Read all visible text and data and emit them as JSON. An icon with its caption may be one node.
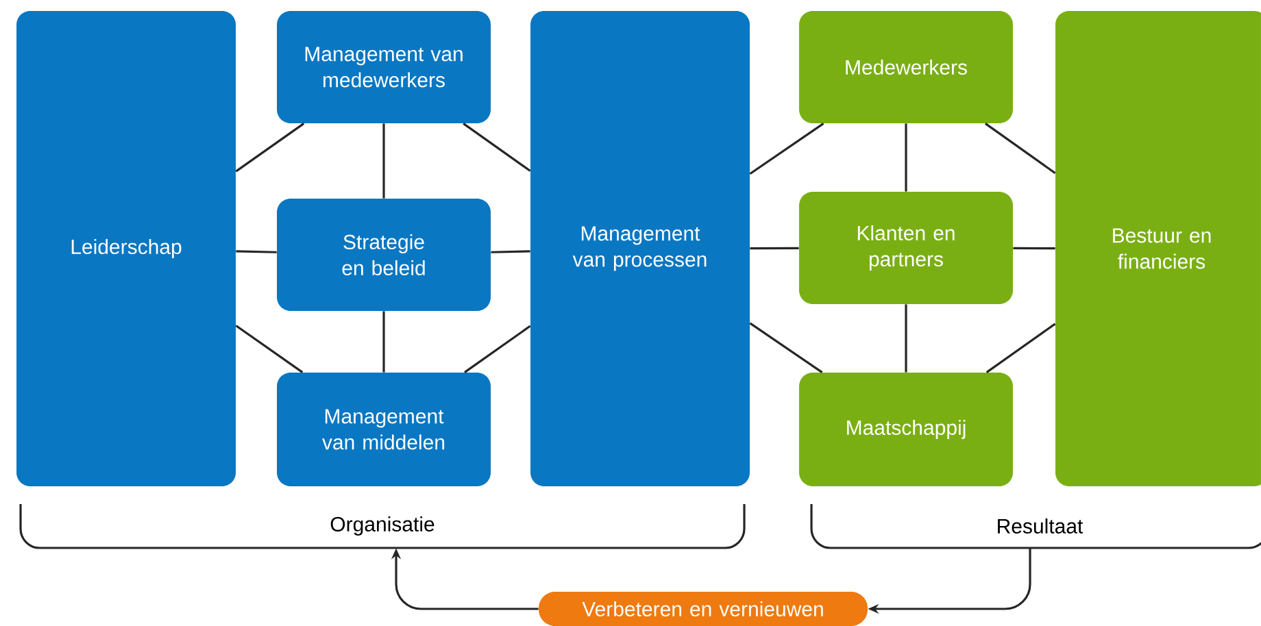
{
  "diagram": {
    "nodes": [
      {
        "text": [
          "Leiderschap"
        ]
      },
      {
        "text": [
          "Management van medewerkers"
        ]
      },
      {
        "text": [
          "Strategie en beleid"
        ]
      },
      {
        "text": [
          "Management van middelen"
        ]
      },
      {
        "text": [
          "Management van processen"
        ]
      },
      {
        "text": [
          "Medewerkers"
        ]
      },
      {
        "text": [
          "Klanten en partners"
        ]
      },
      {
        "text": [
          "Maatschappij"
        ]
      },
      {
        "text": [
          "Bestuur en financiers"
        ]
      },
      {
        "text": [
          "Verbeteren en vernieuwen"
        ]
      },
      {
        "text": [
          "Organisatie"
        ]
      },
      {
        "text": [
          "Resultaat"
        ]
      }
    ],
    "edges": [
      {
        "from": 0,
        "to": 1,
        "arrow": "none"
      },
      {
        "from": 0,
        "to": 2,
        "arrow": "none"
      },
      {
        "from": 0,
        "to": 3,
        "arrow": "none"
      },
      {
        "from": 1,
        "to": 2,
        "arrow": "none"
      },
      {
        "from": 2,
        "to": 3,
        "arrow": "none"
      },
      {
        "from": 1,
        "to": 4,
        "arrow": "none"
      },
      {
        "from": 2,
        "to": 4,
        "arrow": "none"
      },
      {
        "from": 3,
        "to": 4,
        "arrow": "none"
      },
      {
        "from": 4,
        "to": 5,
        "arrow": "none"
      },
      {
        "from": 4,
        "to": 6,
        "arrow": "none"
      },
      {
        "from": 4,
        "to": 7,
        "arrow": "none"
      },
      {
        "from": 5,
        "to": 6,
        "arrow": "none"
      },
      {
        "from": 6,
        "to": 7,
        "arrow": "none"
      },
      {
        "from": 5,
        "to": 8,
        "arrow": "none"
      },
      {
        "from": 6,
        "to": 8,
        "arrow": "none"
      },
      {
        "from": 7,
        "to": 8,
        "arrow": "none"
      },
      {
        "from": 11,
        "to": 9,
        "arrow": "to"
      },
      {
        "from": 9,
        "to": 10,
        "arrow": "to"
      }
    ]
  }
}
